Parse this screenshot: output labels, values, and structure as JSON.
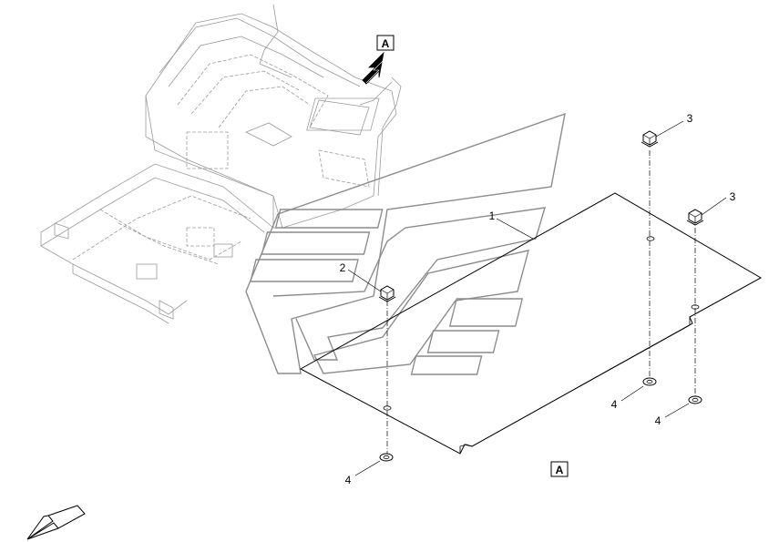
{
  "view_label": "A",
  "detail_label": "A",
  "callouts": {
    "part_1": "1",
    "part_2": "2",
    "part_3a": "3",
    "part_3b": "3",
    "part_4a": "4",
    "part_4b": "4",
    "part_4c": "4"
  }
}
